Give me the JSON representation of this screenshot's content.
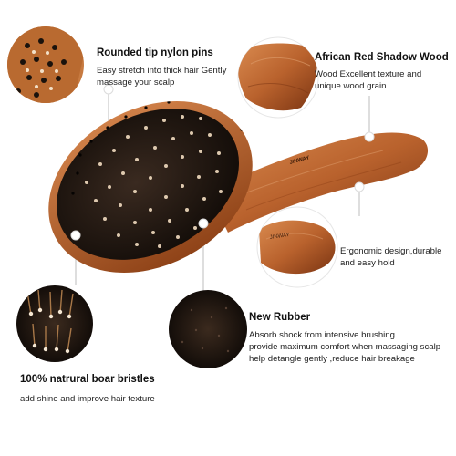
{
  "features": {
    "nylon": {
      "title": "Rounded tip nylon pins",
      "desc_lines": [
        "Easy stretch into thick hair Gently",
        "massage your scalp"
      ]
    },
    "wood": {
      "title": "African Red Shadow Wood",
      "desc_lines": [
        "Wood Excellent texture and",
        "unique wood grain"
      ]
    },
    "ergonomic": {
      "desc_lines": [
        "Ergonomic design,durable",
        "and easy hold"
      ]
    },
    "rubber": {
      "title": "New Rubber",
      "desc_lines": [
        "Absorb shock from intensive brushing",
        "provide maximum comfort when massaging scalp",
        "help detangle gently ,reduce hair breakage"
      ]
    },
    "boar": {
      "title": "100%  natrural boar  bristles",
      "desc_lines": [
        "add shine and improve hair texture"
      ]
    }
  },
  "brand": {
    "logo_text": "JINWAY"
  },
  "colors": {
    "wood_light": "#c8733e",
    "wood_dark": "#7a3412",
    "bristle": "#1c1410",
    "rubber": "#2a1d16",
    "pointer": "#bdbdbd"
  }
}
